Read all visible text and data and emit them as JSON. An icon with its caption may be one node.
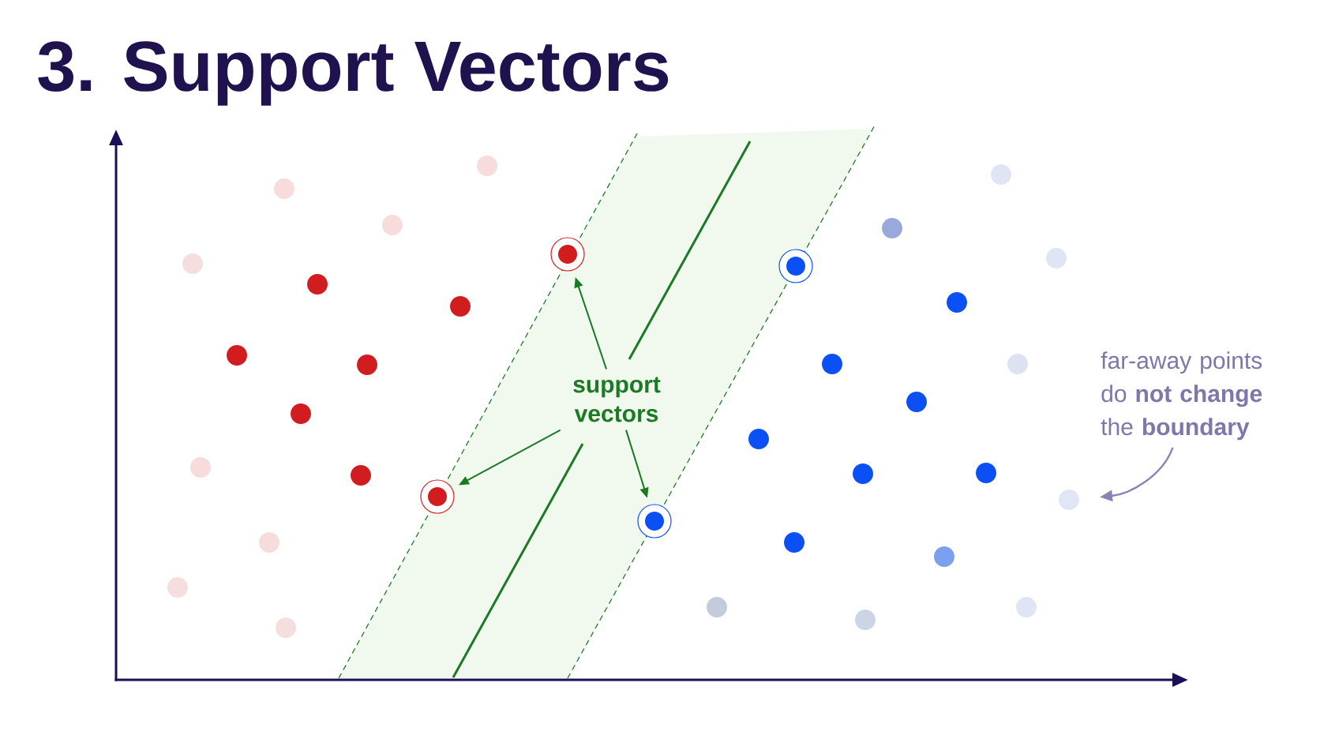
{
  "diagram": {
    "title": "3. Support Vectors",
    "nodes": [
      {
        "text": [],
        "shape": "circle"
      },
      {
        "text": [],
        "shape": "circle"
      },
      {
        "text": [
          "support vectors"
        ]
      },
      {
        "text": [
          "far-away points do **not change** the **boundary**"
        ]
      },
      {
        "text": [],
        "shape": "circle"
      },
      {
        "text": [],
        "shape": "circle"
      },
      {
        "text": [],
        "shape": "circle"
      }
    ],
    "edges": [
      {
        "from": 2,
        "to": 0,
        "arrow": "to"
      },
      {
        "from": 2,
        "to": 4,
        "arrow": "to"
      },
      {
        "from": 2,
        "to": 5,
        "arrow": "to"
      },
      {
        "from": 3,
        "to": 6,
        "arrow": "to",
        "color": "#8a83b5"
      }
    ]
  }
}
